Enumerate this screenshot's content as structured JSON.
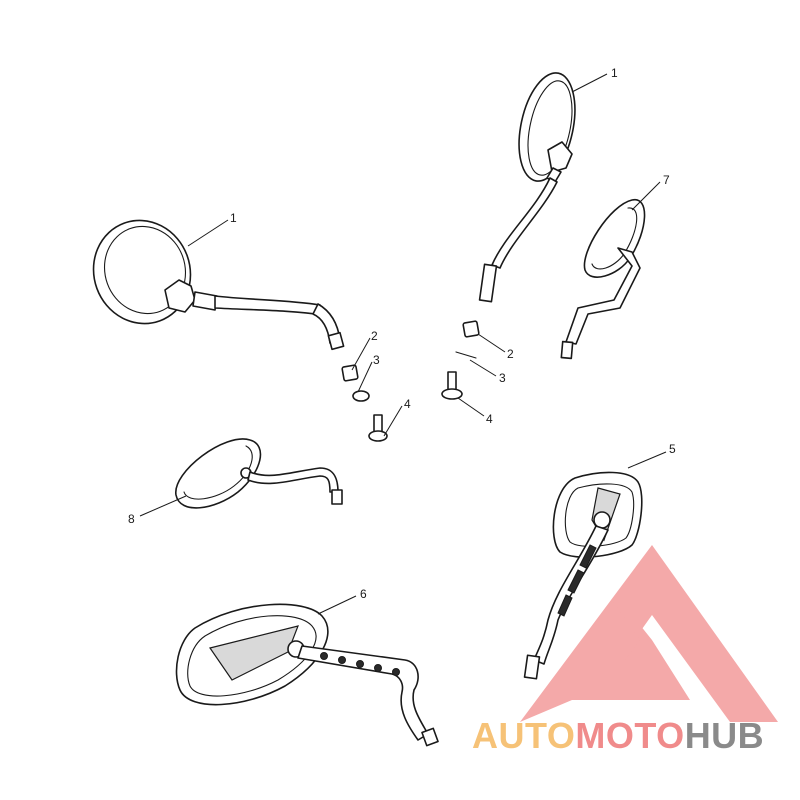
{
  "callouts": [
    {
      "id": "c1a",
      "label": "1"
    },
    {
      "id": "c1b",
      "label": "1"
    },
    {
      "id": "c2a",
      "label": "2"
    },
    {
      "id": "c2b",
      "label": "2"
    },
    {
      "id": "c3a",
      "label": "3"
    },
    {
      "id": "c3b",
      "label": "3"
    },
    {
      "id": "c4a",
      "label": "4"
    },
    {
      "id": "c4b",
      "label": "4"
    },
    {
      "id": "c5",
      "label": "5"
    },
    {
      "id": "c6",
      "label": "6"
    },
    {
      "id": "c7",
      "label": "7"
    },
    {
      "id": "c8",
      "label": "8"
    }
  ],
  "watermark": {
    "part1": "AUTO",
    "part2": "MOTO",
    "part3": "HUB",
    "colors": {
      "auto": "#f6c277",
      "moto": "#f08b8b",
      "hub": "#8a8a8a",
      "triangle": "#f3a0a0"
    }
  }
}
